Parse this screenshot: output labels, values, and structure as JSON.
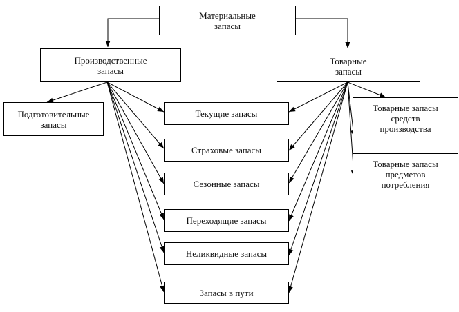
{
  "root": {
    "label": "Материальные\nзапасы"
  },
  "production": {
    "label": "Производственные\nзапасы"
  },
  "commodity": {
    "label": "Товарные\nзапасы"
  },
  "preparatory": {
    "label": "Подготовительные\nзапасы"
  },
  "shared": [
    {
      "label": "Текущие запасы"
    },
    {
      "label": "Страховые запасы"
    },
    {
      "label": "Сезонные запасы"
    },
    {
      "label": "Переходящие запасы"
    },
    {
      "label": "Неликвидные запасы"
    },
    {
      "label": "Запасы в пути"
    }
  ],
  "commodity_means": {
    "label": "Товарные запасы\nсредств\nпроизводства"
  },
  "commodity_goods": {
    "label": "Товарные запасы\nпредметов\nпотребления"
  }
}
